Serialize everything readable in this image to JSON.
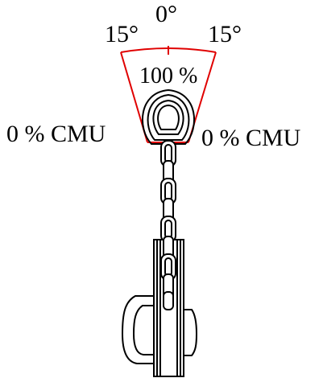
{
  "labels": {
    "angle_center": "0°",
    "angle_left": "15°",
    "angle_right": "15°",
    "load_center": "100 %",
    "load_left": "0 % CMU",
    "load_right": "0 % CMU"
  },
  "colors": {
    "sector": "#e00000",
    "line": "#000000",
    "background": "#ffffff"
  }
}
